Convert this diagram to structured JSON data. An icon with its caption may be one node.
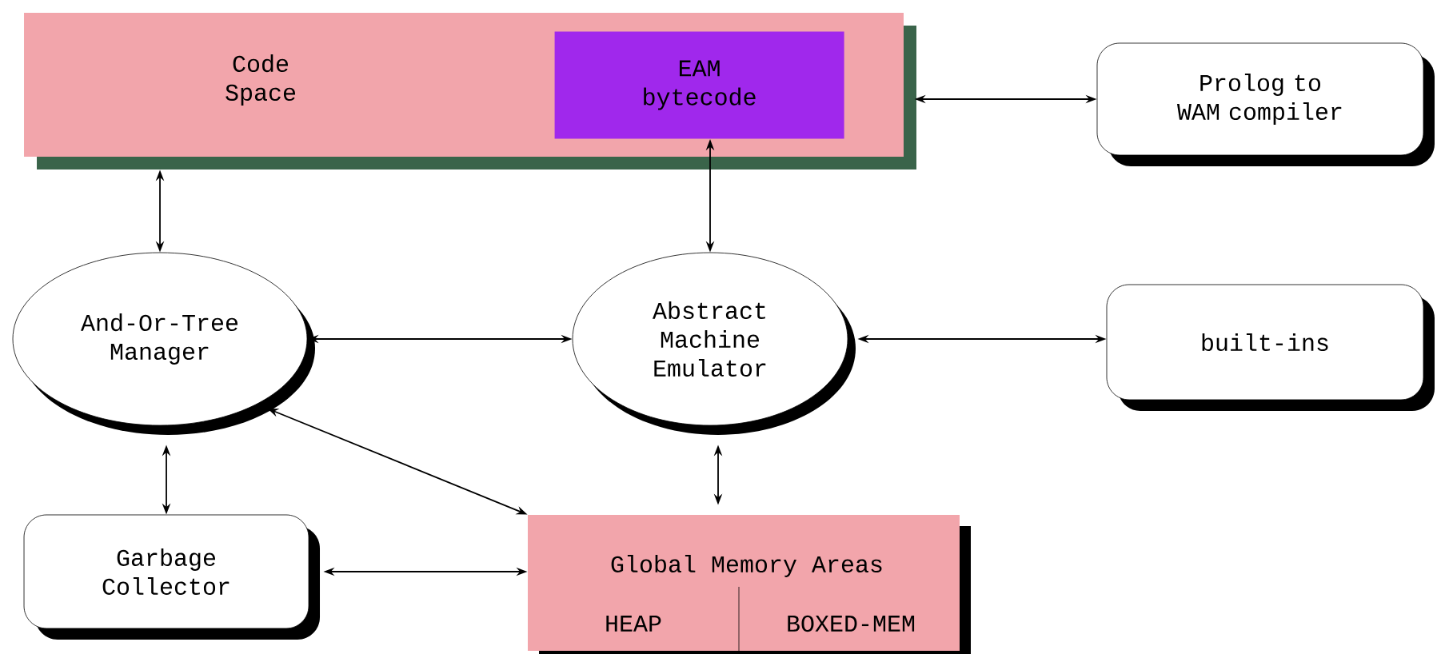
{
  "diagram": {
    "nodes": [
      {
        "text": [
          "Code Space"
        ]
      },
      {
        "text": [
          "EAM bytecode"
        ],
        "in": 0
      },
      {
        "text": [
          "Prolog to WAM compiler"
        ]
      },
      {
        "text": [
          "And-Or-Tree Manager"
        ]
      },
      {
        "text": [
          "Abstract Machine Emulator"
        ]
      },
      {
        "text": [
          "built-ins"
        ]
      },
      {
        "text": [
          "Garbage Collector"
        ]
      },
      {
        "text": [
          "Global Memory Areas",
          "HEAP",
          "BOXED-MEM"
        ]
      }
    ],
    "edges": [
      {
        "from": 0,
        "to": 2,
        "arrow": "both"
      },
      {
        "from": 3,
        "to": 0,
        "arrow": "both"
      },
      {
        "from": 4,
        "to": 1,
        "arrow": "both"
      },
      {
        "from": 3,
        "to": 4,
        "arrow": "both"
      },
      {
        "from": 4,
        "to": 5,
        "arrow": "both"
      },
      {
        "from": 3,
        "to": 7,
        "arrow": "both"
      },
      {
        "from": 4,
        "to": 7,
        "arrow": "both"
      },
      {
        "from": 3,
        "to": 6,
        "arrow": "both"
      },
      {
        "from": 6,
        "to": 7,
        "arrow": "both"
      }
    ]
  }
}
